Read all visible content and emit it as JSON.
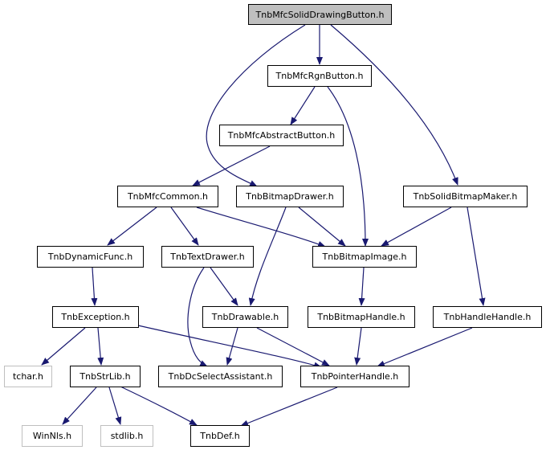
{
  "nodes": {
    "root": "TnbMfcSolidDrawingButton.h",
    "rgn_button": "TnbMfcRgnButton.h",
    "abstract_button": "TnbMfcAbstractButton.h",
    "mfc_common": "TnbMfcCommon.h",
    "bitmap_drawer": "TnbBitmapDrawer.h",
    "solid_bitmap_maker": "TnbSolidBitmapMaker.h",
    "dynamic_func": "TnbDynamicFunc.h",
    "text_drawer": "TnbTextDrawer.h",
    "bitmap_image": "TnbBitmapImage.h",
    "exception": "TnbException.h",
    "drawable": "TnbDrawable.h",
    "bitmap_handle": "TnbBitmapHandle.h",
    "handle_handle": "TnbHandleHandle.h",
    "tchar": "tchar.h",
    "str_lib": "TnbStrLib.h",
    "dc_select_assistant": "TnbDcSelectAssistant.h",
    "pointer_handle": "TnbPointerHandle.h",
    "winnls": "WinNls.h",
    "stdlib": "stdlib.h",
    "def": "TnbDef.h"
  },
  "colors": {
    "edge": "#191970",
    "root_fill": "#bfbfbf",
    "external_border": "#bfbfbf"
  }
}
